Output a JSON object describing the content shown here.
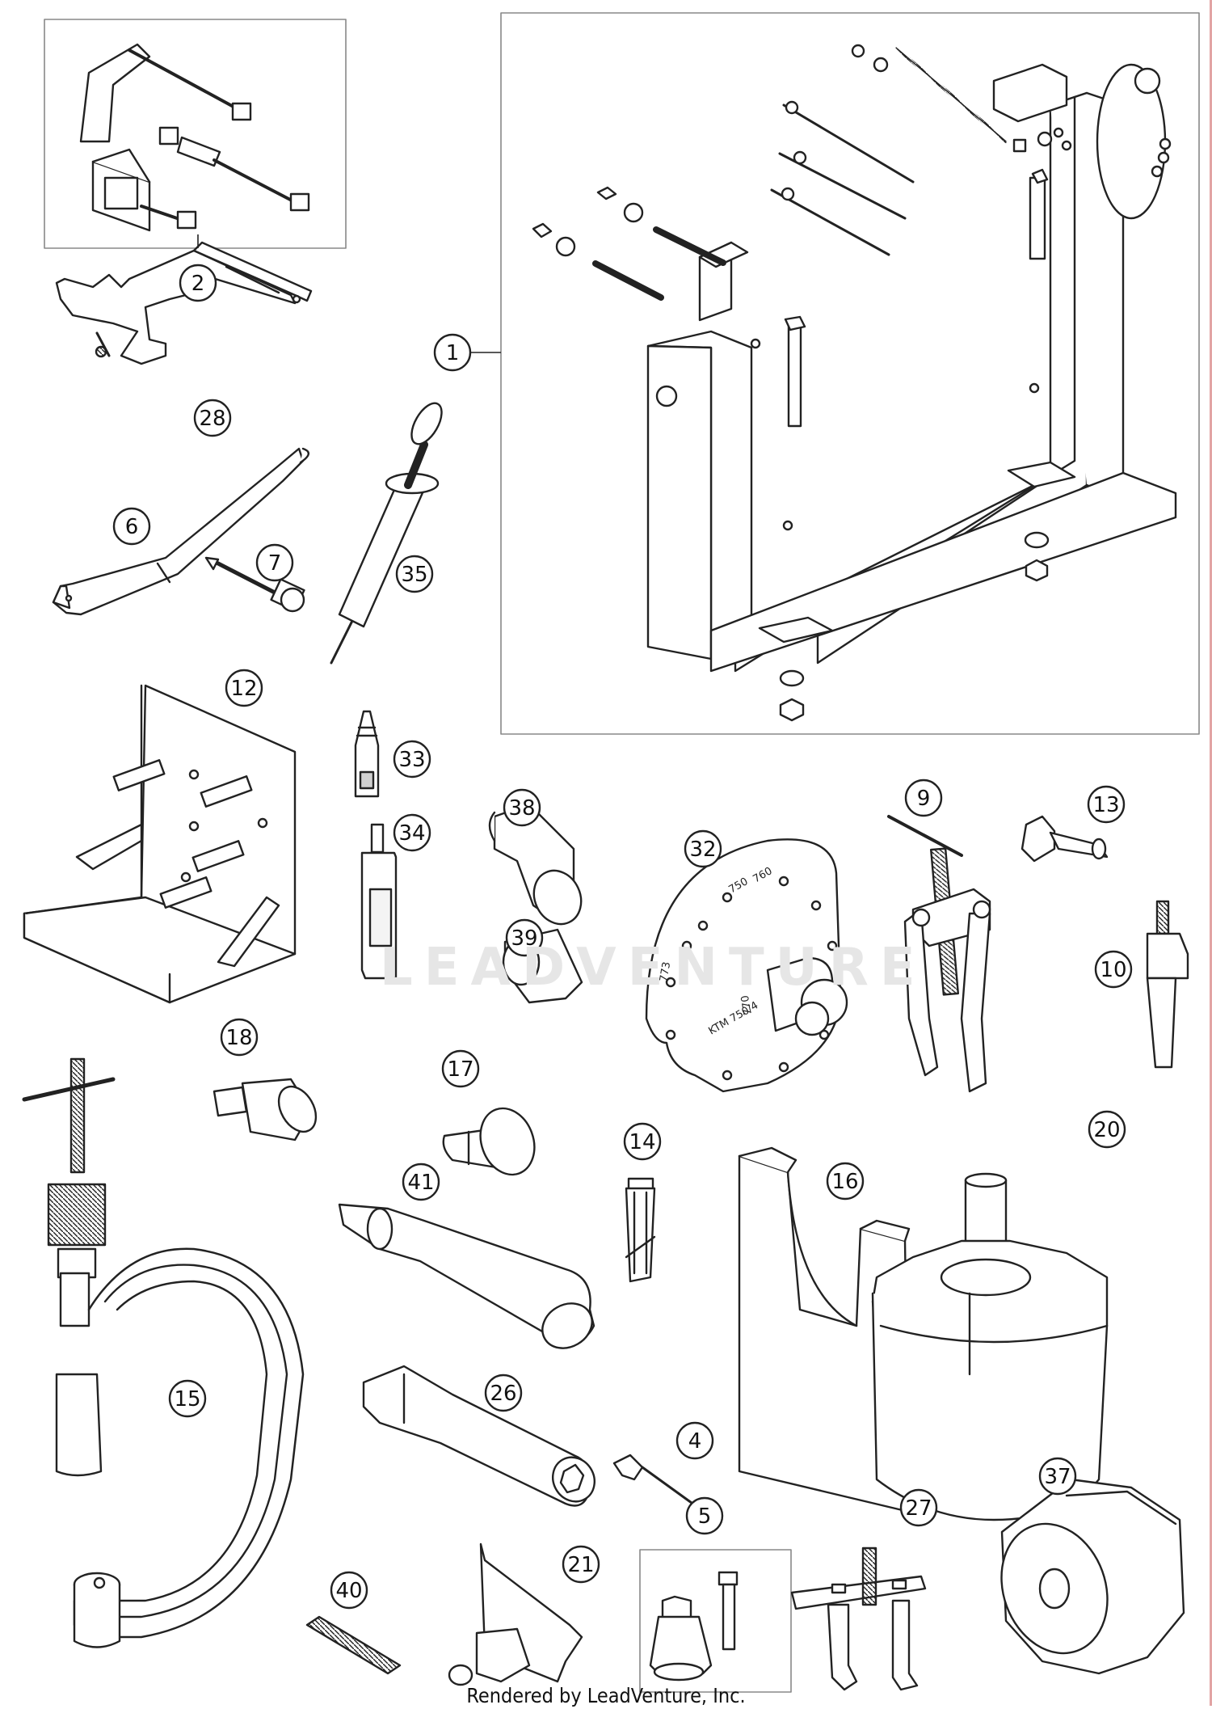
{
  "footer": "Rendered by LeadVenture, Inc.",
  "watermark": "LEADVENTURE",
  "callouts": [
    "1",
    "2",
    "4",
    "5",
    "6",
    "7",
    "9",
    "10",
    "12",
    "13",
    "14",
    "15",
    "16",
    "17",
    "18",
    "20",
    "21",
    "26",
    "27",
    "28",
    "32",
    "33",
    "34",
    "35",
    "37",
    "38",
    "39",
    "40",
    "41"
  ],
  "part_text": {
    "plate_32": [
      "750",
      "760",
      "773",
      "KTM 750/4",
      "770"
    ]
  },
  "colors": {
    "line": "#222222",
    "fill": "#ffffff",
    "shade": "#d0d0d0",
    "box": "#888888",
    "edge": "#e2a4a4"
  }
}
